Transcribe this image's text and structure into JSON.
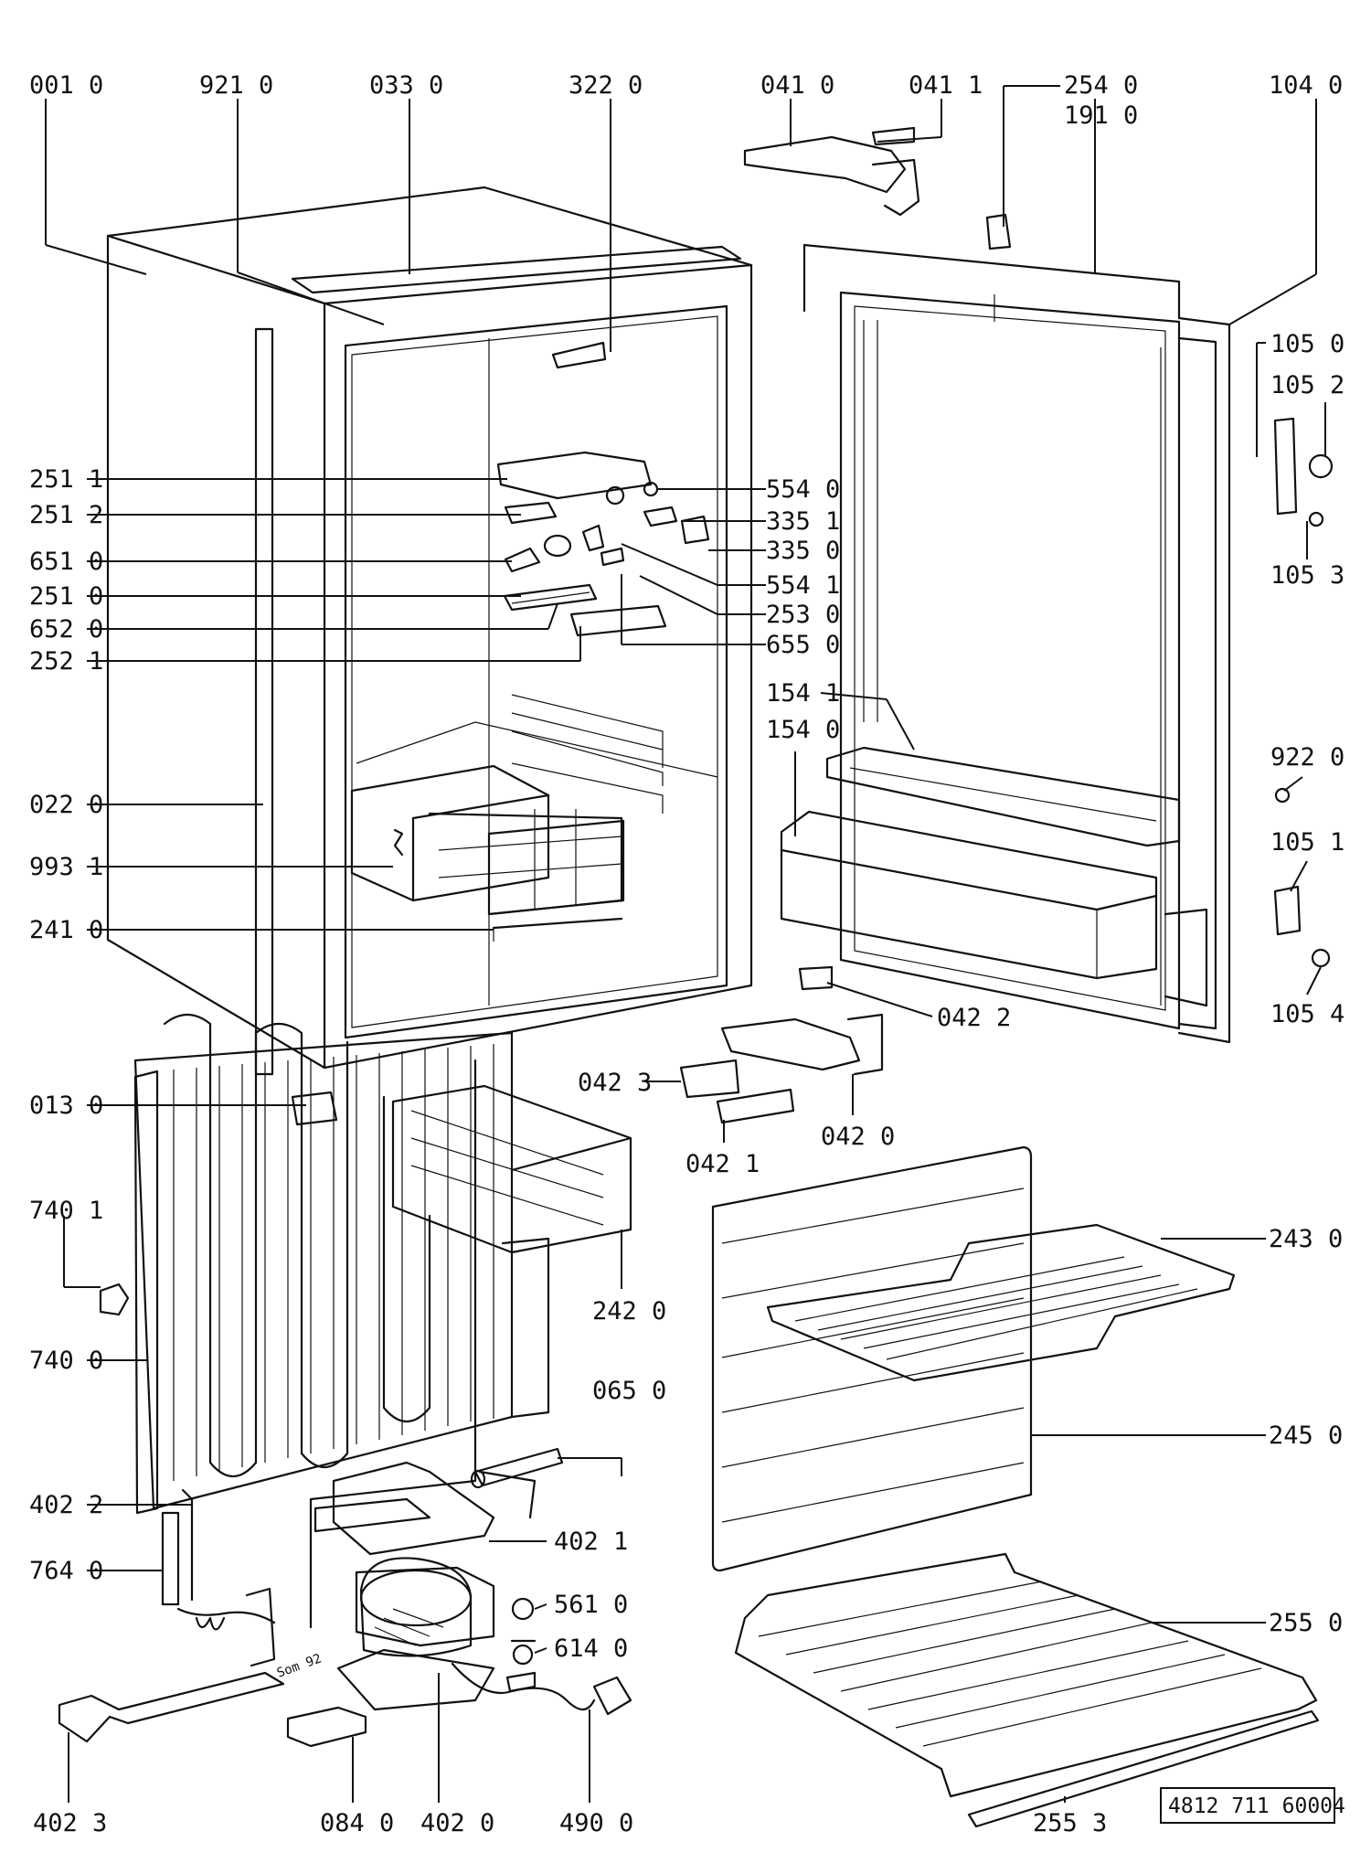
{
  "diagram": {
    "reference_number": "4812 711 60004",
    "stamp_text": "Som 92",
    "labels": {
      "p001_0": "001 0",
      "p921_0": "921 0",
      "p033_0": "033 0",
      "p322_0": "322 0",
      "p041_0": "041 0",
      "p041_1": "041 1",
      "p254_0": "254 0",
      "p191_0": "191 0",
      "p104_0": "104 0",
      "p105_0": "105 0",
      "p105_2": "105 2",
      "p105_3": "105 3",
      "p251_1": "251 1",
      "p251_2": "251 2",
      "p651_0": "651 0",
      "p251_0": "251 0",
      "p652_0": "652 0",
      "p252_1": "252 1",
      "p554_0": "554 0",
      "p335_1": "335 1",
      "p335_0": "335 0",
      "p554_1": "554 1",
      "p253_0": "253 0",
      "p655_0": "655 0",
      "p154_1": "154 1",
      "p154_0": "154 0",
      "p922_0": "922 0",
      "p105_1": "105 1",
      "p105_4": "105 4",
      "p022_0": "022 0",
      "p993_1": "993 1",
      "p241_0": "241 0",
      "p042_2": "042 2",
      "p042_3": "042 3",
      "p042_1": "042 1",
      "p042_0": "042 0",
      "p013_0": "013 0",
      "p740_1": "740 1",
      "p740_0": "740 0",
      "p242_0": "242 0",
      "p243_0": "243 0",
      "p065_0": "065 0",
      "p245_0": "245 0",
      "p402_2": "402 2",
      "p402_1": "402 1",
      "p764_0": "764 0",
      "p561_0": "561 0",
      "p614_0": "614 0",
      "p255_0": "255 0",
      "p402_3": "402 3",
      "p084_0": "084 0",
      "p402_0": "402 0",
      "p490_0": "490 0",
      "p255_3": "255 3"
    }
  }
}
